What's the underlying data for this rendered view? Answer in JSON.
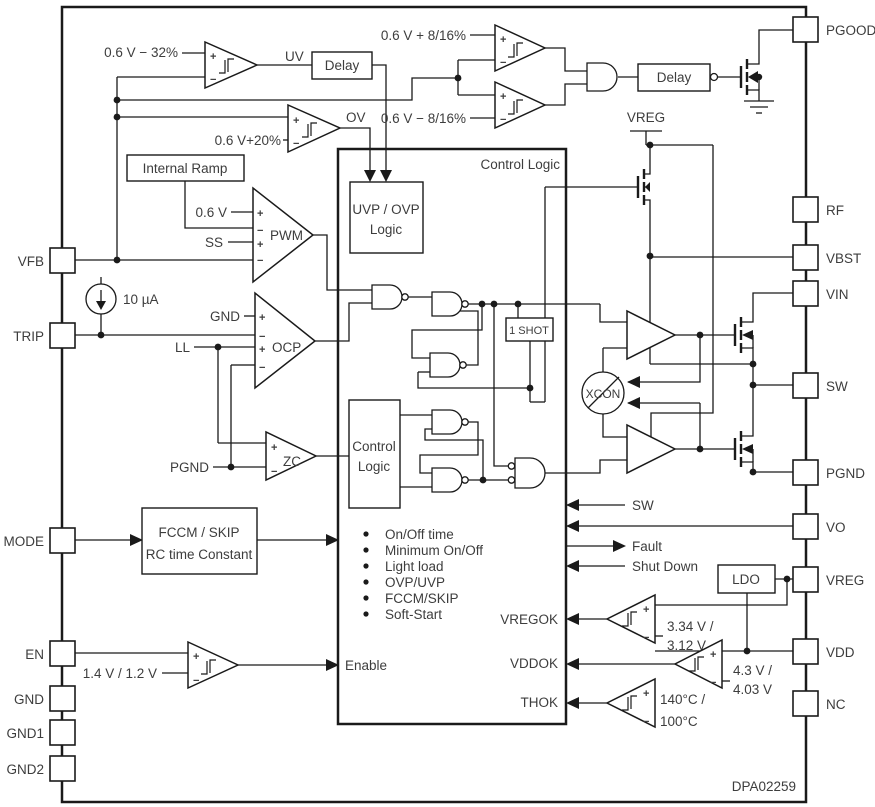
{
  "colors": {
    "line": "#1a1a1a",
    "text": "#3d3d3d",
    "background": "#ffffff"
  },
  "part_number": "DPA02259",
  "pins_left": [
    "VFB",
    "TRIP",
    "MODE",
    "EN",
    "GND",
    "GND1",
    "GND2"
  ],
  "pins_right": [
    "PGOOD",
    "RF",
    "VBST",
    "VIN",
    "SW",
    "PGND",
    "VO",
    "VREG",
    "VDD",
    "NC"
  ],
  "labels": {
    "uv_ref": "0.6 V − 32%",
    "uv_out": "UV",
    "delay1": "Delay",
    "ovp_hi_ref": "0.6 V + 8/16%",
    "ovp_lo_ref": "0.6 V − 8/16%",
    "delay2": "Delay",
    "ov_ref": "0.6 V+20%",
    "ov_out": "OV",
    "internal_ramp": "Internal Ramp",
    "pwm_ref": "0.6 V",
    "pwm_ss": "SS",
    "pwm": "PWM",
    "current_source": "10 µA",
    "ocp_gnd": "GND",
    "ocp_ll": "LL",
    "ocp": "OCP",
    "zc_pgnd": "PGND",
    "zc": "ZC",
    "control_logic": "Control Logic",
    "uvp_ovp_1": "UVP / OVP",
    "uvp_ovp_2": "Logic",
    "one_shot": "1 SHOT",
    "inner_logic_1": "Control",
    "inner_logic_2": "Logic",
    "vreg_rail": "VREG",
    "xcon": "XCON",
    "sig_sw": "SW",
    "sig_fault": "Fault",
    "sig_shutdown": "Shut Down",
    "ldo": "LDO",
    "vregok": "VREGOK",
    "vddok": "VDDOK",
    "thok": "THOK",
    "vregok_ref1": "3.34 V /",
    "vregok_ref2": "3.12 V",
    "vddok_ref1": "4.3 V /",
    "vddok_ref2": "4.03 V",
    "thok_ref1": "140°C /",
    "thok_ref2": "100°C",
    "fccm_1": "FCCM / SKIP",
    "fccm_2": "RC time Constant",
    "en_ref": "1.4 V / 1.2 V",
    "enable": "Enable",
    "plus": "+",
    "minus": "−"
  },
  "features": [
    "On/Off time",
    "Minimum On/Off",
    "Light load",
    "OVP/UVP",
    "FCCM/SKIP",
    "Soft-Start"
  ]
}
